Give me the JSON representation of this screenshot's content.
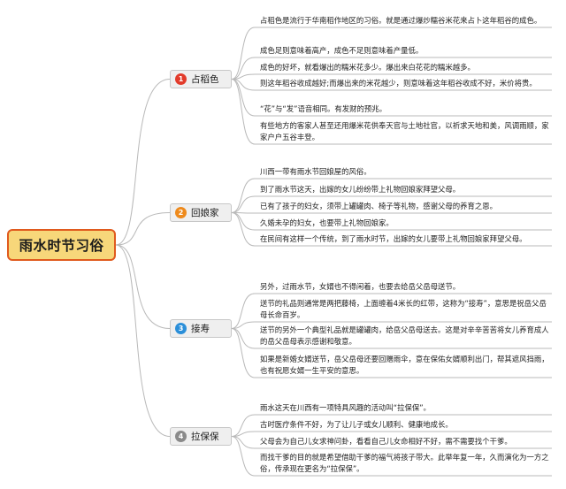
{
  "root": {
    "label": "雨水时节习俗"
  },
  "branches": [
    {
      "number": "1",
      "label": "占稻色",
      "color": "#e23b2b",
      "items": [
        "占稻色是流行于华南稻作地区的习俗。就是通过爆炒糯谷米花来占卜这年稻谷的成色。",
        "成色足则意味着高产，成色不足则意味着产量低。",
        "成色的好坏，就看爆出的糯米花多少。爆出来白花花的糯米越多。",
        "则这年稻谷收成越好;而爆出来的米花越少，则意味着这年稻谷收成不好，米价将贵。",
        "“花”与“发”语音相同。有发财的预兆。",
        "有些地方的客家人甚至还用爆米花供奉天官与土地社官，以祈求天地和美，风调雨顺，家家户户五谷丰登。"
      ]
    },
    {
      "number": "2",
      "label": "回娘家",
      "color": "#ee8a1c",
      "items": [
        "川西一带有雨水节回娘屋的风俗。",
        "到了雨水节这天，出嫁的女儿纷纷带上礼物回娘家拜望父母。",
        "已有了孩子的妇女，须带上罐罐肉、椅子等礼物，感谢父母的养育之恩。",
        "久婚未孕的妇女，也要带上礼物回娘家。",
        "在民间有这样一个传统，到了雨水时节，出嫁的女儿要带上礼物回娘家拜望父母。"
      ]
    },
    {
      "number": "3",
      "label": "接寿",
      "color": "#2b8fd9",
      "items": [
        "另外，过雨水节，女婿也不得闲着，也要去给岳父岳母送节。",
        "送节的礼品则通常是两把藤椅，上面缠着4米长的红带，这称为“接寿”，意思是祝岳父岳母长命百岁。",
        "送节的另外一个典型礼品就是罐罐肉，给岳父岳母送去。这是对辛辛苦苦将女儿养育成人的岳父岳母表示感谢和敬意。",
        "如果是新婚女婿送节，岳父岳母还要回赠雨伞，意在保佑女婿顺利出门，帮其遮风挡雨，也有祝愿女婿一生平安的意思。"
      ]
    },
    {
      "number": "4",
      "label": "拉保保",
      "color": "#8a8a8a",
      "items": [
        "雨水这天在川西有一项特具风趣的活动叫“拉保保”。",
        "古时医疗条件不好，为了让儿子或女儿顺利、健康地成长。",
        "父母会为自己儿女求神问卦，看看自己儿女命相好不好，需不需要找个干爹。",
        "而找干爹的目的就是希望借助干爹的福气将孩子带大。此举年复一年，久而演化为一方之俗，传承现在更名为“拉保保”。"
      ]
    }
  ]
}
